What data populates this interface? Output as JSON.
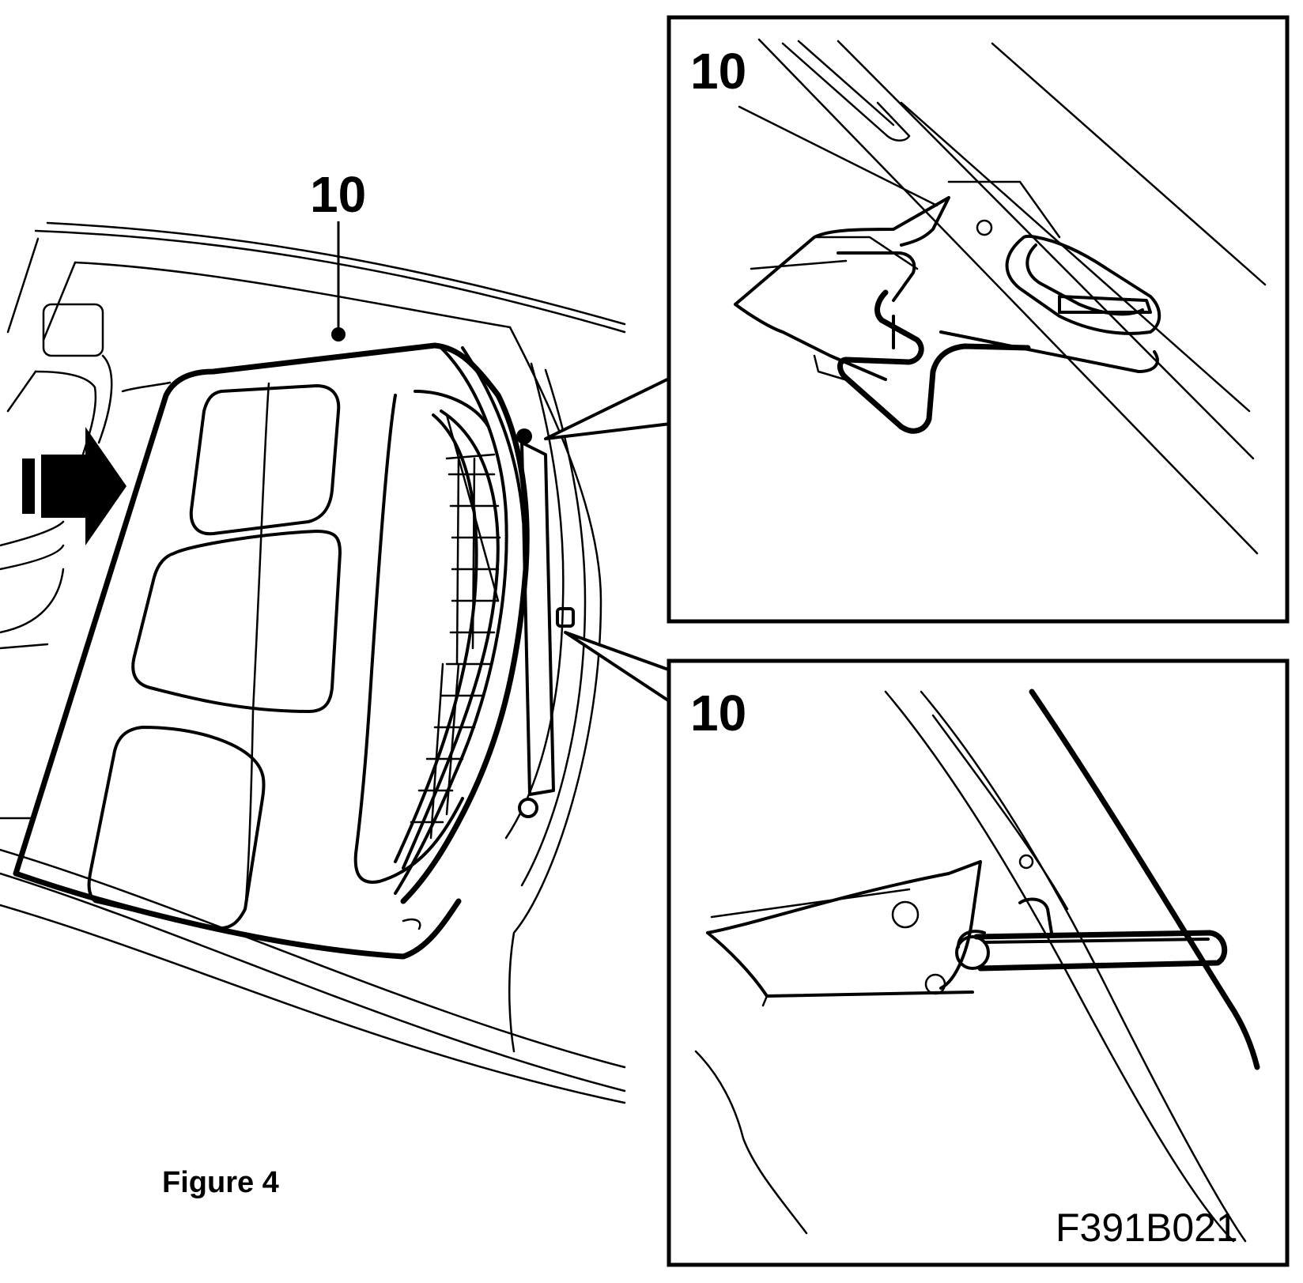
{
  "figure": {
    "caption": "Figure 4",
    "reference_code": "F391B021"
  },
  "callouts": {
    "main_label": "10",
    "detail_top_label": "10",
    "detail_bottom_label": "10"
  },
  "icons": {
    "direction_arrow": "right-arrow-icon",
    "locator_dot": "dot-marker-icon"
  }
}
